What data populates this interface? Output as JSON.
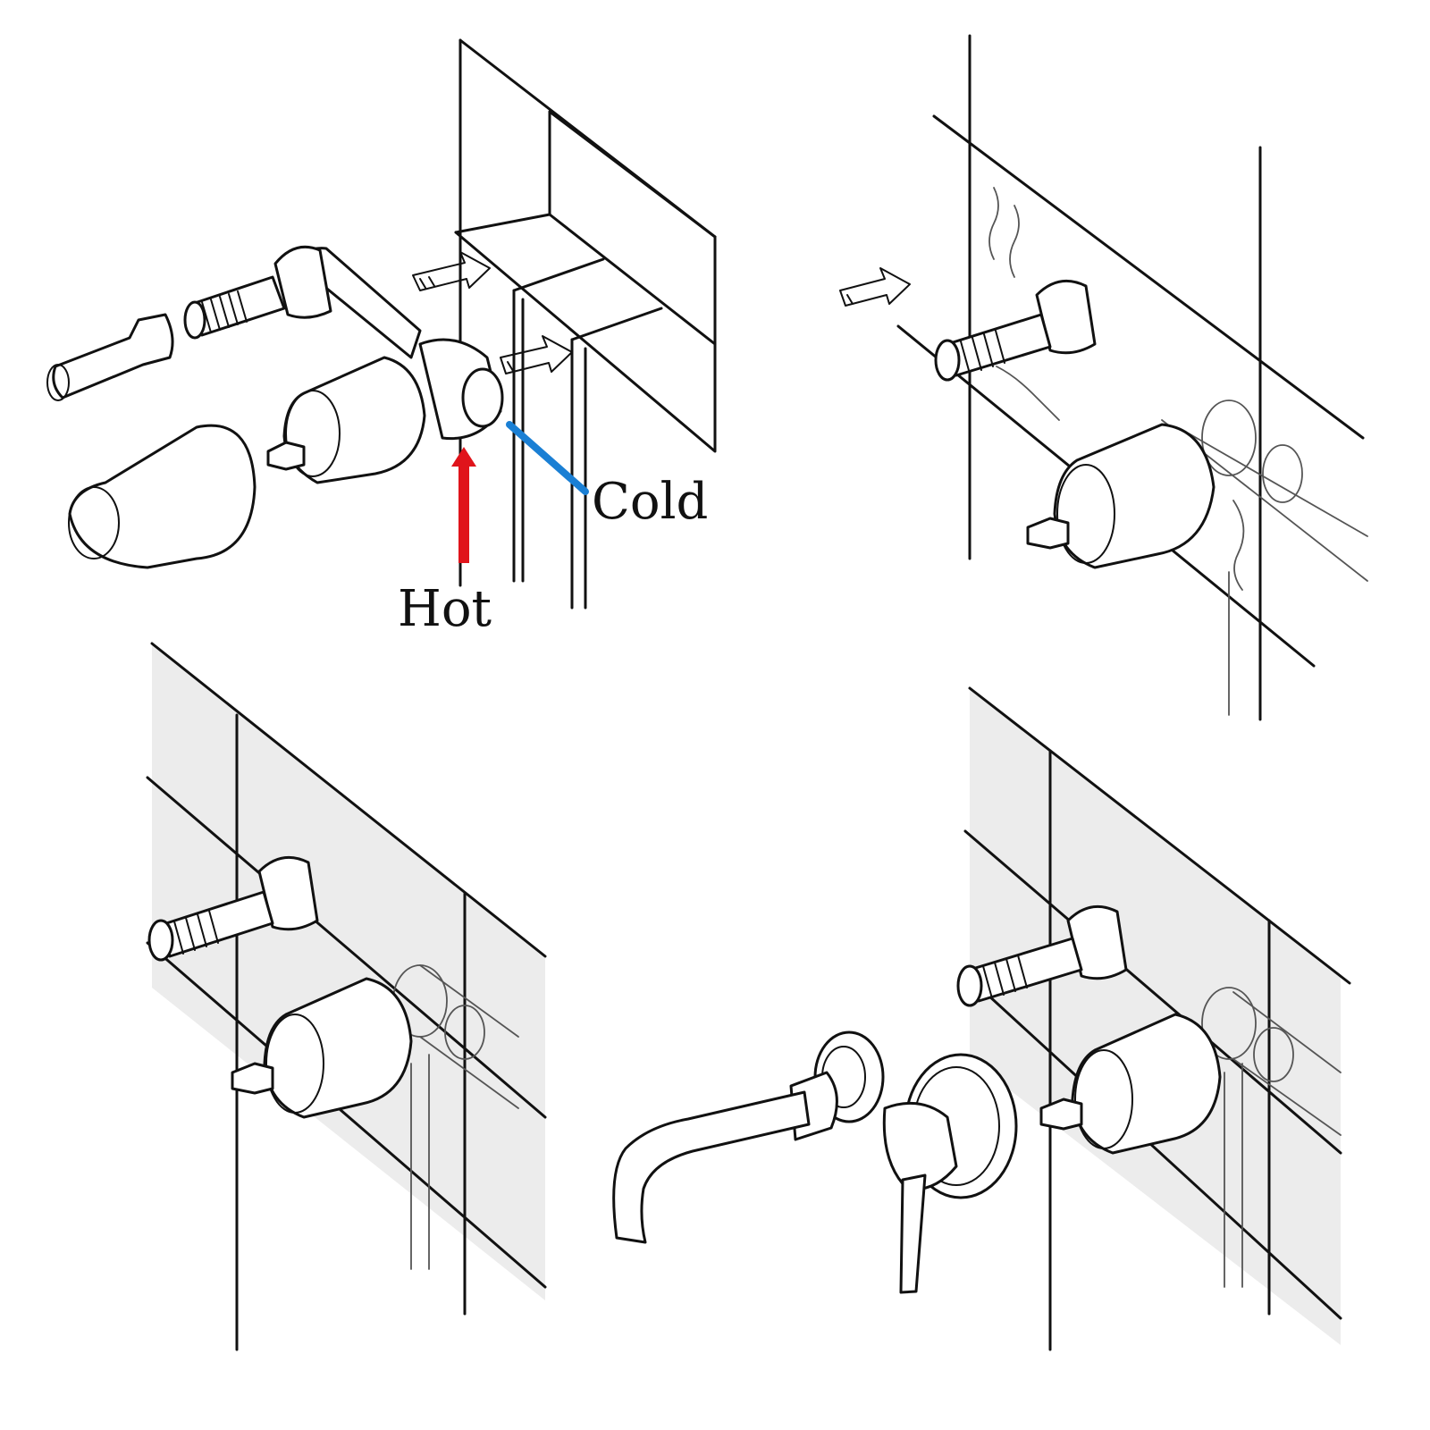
{
  "labels": {
    "hot": "Hot",
    "cold": "Cold"
  },
  "colors": {
    "hot": "#e0141b",
    "cold": "#1a7fd4",
    "tile": "#ececec",
    "ink": "#111111"
  },
  "steps": [
    {
      "id": "step-1",
      "name": "connect-water-supply"
    },
    {
      "id": "step-2",
      "name": "insert-valve-into-wall"
    },
    {
      "id": "step-3",
      "name": "tile-wall"
    },
    {
      "id": "step-4",
      "name": "mount-spout-and-handle"
    }
  ]
}
